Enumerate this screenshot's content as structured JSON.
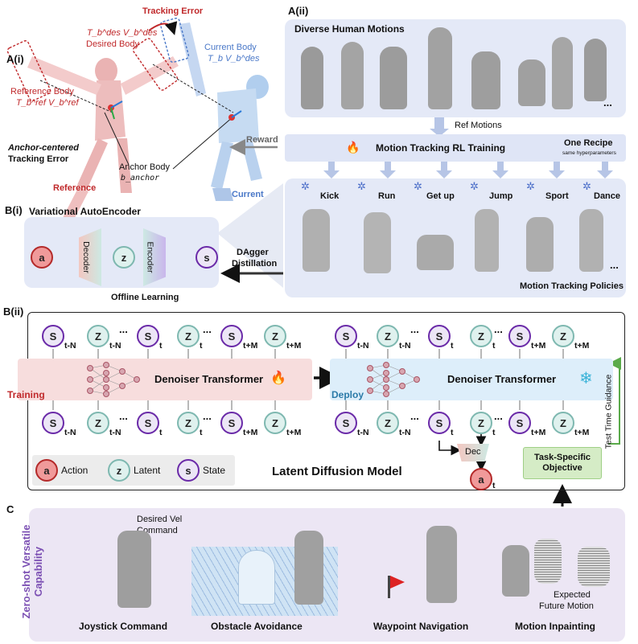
{
  "a_i": {
    "tag": "A(i)",
    "tracking_error": "Tracking Error",
    "desired_body_math": "T_b^des  V_b^des",
    "desired_body": "Desired Body",
    "current_body": "Current Body",
    "current_body_math": "T_b  V_b^des",
    "reference_body": "Reference Body",
    "reference_body_math": "T_b^ref  V_b^ref",
    "anchor_centered": "Anchor-centered",
    "anchor_tracking_error": "Tracking Error",
    "anchor_body": "Anchor Body",
    "anchor_math": "b_anchor",
    "reference": "Reference",
    "current": "Current",
    "reward": "Reward"
  },
  "a_ii": {
    "tag": "A(ii)",
    "title": "Diverse Human Motions",
    "ellipsis": "...",
    "ref_motions": "Ref Motions",
    "rl_training": "Motion Tracking RL Training",
    "one_recipe": "One Recipe",
    "same_hparams": "same hyperparameters",
    "skills": [
      "Kick",
      "Run",
      "Get up",
      "Jump",
      "Sport",
      "Dance"
    ],
    "policies": "Motion Tracking Policies"
  },
  "b_i": {
    "tag": "B(i)",
    "title": "Variational AutoEncoder",
    "decoder": "Decoder",
    "encoder": "Encoder",
    "z": "z",
    "a": "a",
    "s": "s",
    "dagger": "DAgger",
    "distillation": "Distillation",
    "offline": "Offline Learning"
  },
  "b_ii": {
    "tag": "B(ii)",
    "s": "S",
    "z": "Z",
    "tn": "t-N",
    "t": "t",
    "tm": "t+M",
    "dots": "...",
    "denoiser": "Denoiser Transformer",
    "training": "Training",
    "deploy": "Deploy",
    "dec": "Dec",
    "a": "a",
    "task_objective": "Task-Specific Objective",
    "test_time_guidance": "Test Time Guidance",
    "title": "Latent Diffusion Model",
    "legend": [
      {
        "sym": "a",
        "label": "Action"
      },
      {
        "sym": "z",
        "label": "Latent"
      },
      {
        "sym": "s",
        "label": "State"
      }
    ]
  },
  "c": {
    "tag": "C",
    "side": "Zero-shot Versatile Capability",
    "desired_vel": "Desired Vel",
    "command": "Command",
    "expected": "Expected",
    "future_motion": "Future Motion",
    "captions": [
      "Joystick Command",
      "Obstacle Avoidance",
      "Waypoint Navigation",
      "Motion Inpainting"
    ]
  },
  "colors": {
    "blue_panel": "#e4e9f7",
    "purple_panel": "#ece6f4",
    "pink_train": "#f7dddd",
    "blue_deploy": "#ddeefa",
    "green_obj": "#d5ecc6",
    "red_text": "#c0292b",
    "blue_text": "#4a78c8"
  }
}
